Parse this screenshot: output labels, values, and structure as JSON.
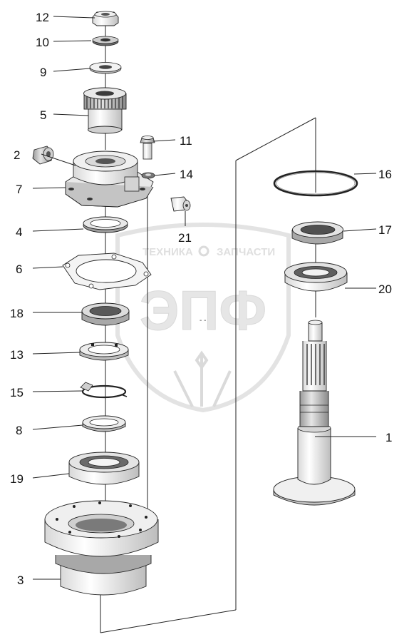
{
  "watermark": {
    "left_text": "ТЕХНИКА",
    "right_text": "ЗАПЧАСТИ",
    "logo_text": "ЭПФ",
    "marker_text": "- -"
  },
  "labels": {
    "p12": "12",
    "p10": "10",
    "p9": "9",
    "p5": "5",
    "p2": "2",
    "p7": "7",
    "p11": "11",
    "p14": "14",
    "p4": "4",
    "p21": "21",
    "p6": "6",
    "p18": "18",
    "p13": "13",
    "p15": "15",
    "p8": "8",
    "p19": "19",
    "p3": "3",
    "p16": "16",
    "p17": "17",
    "p20": "20",
    "p1": "1"
  }
}
